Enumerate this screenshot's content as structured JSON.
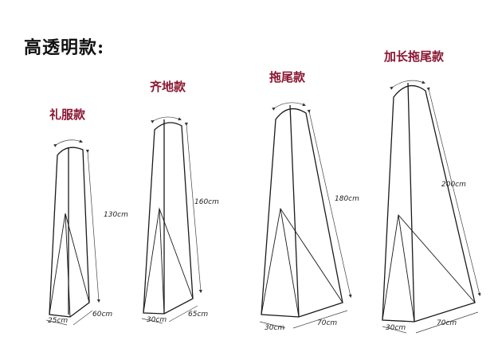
{
  "title": "高透明款:",
  "bags": [
    {
      "name": "礼服款",
      "length": "130cm",
      "bottom_side": "25cm",
      "bottom_front": "60cm"
    },
    {
      "name": "齐地款",
      "length": "160cm",
      "bottom_side": "30cm",
      "bottom_front": "65cm"
    },
    {
      "name": "拖尾款",
      "length": "180cm",
      "bottom_side": "30cm",
      "bottom_front": "70cm"
    },
    {
      "name": "加长拖尾款",
      "length": "200cm",
      "bottom_side": "30cm",
      "bottom_front": "70cm"
    }
  ],
  "colors": {
    "title": "#111111",
    "label": "#8a1530",
    "outline": "#1a1a1a"
  }
}
